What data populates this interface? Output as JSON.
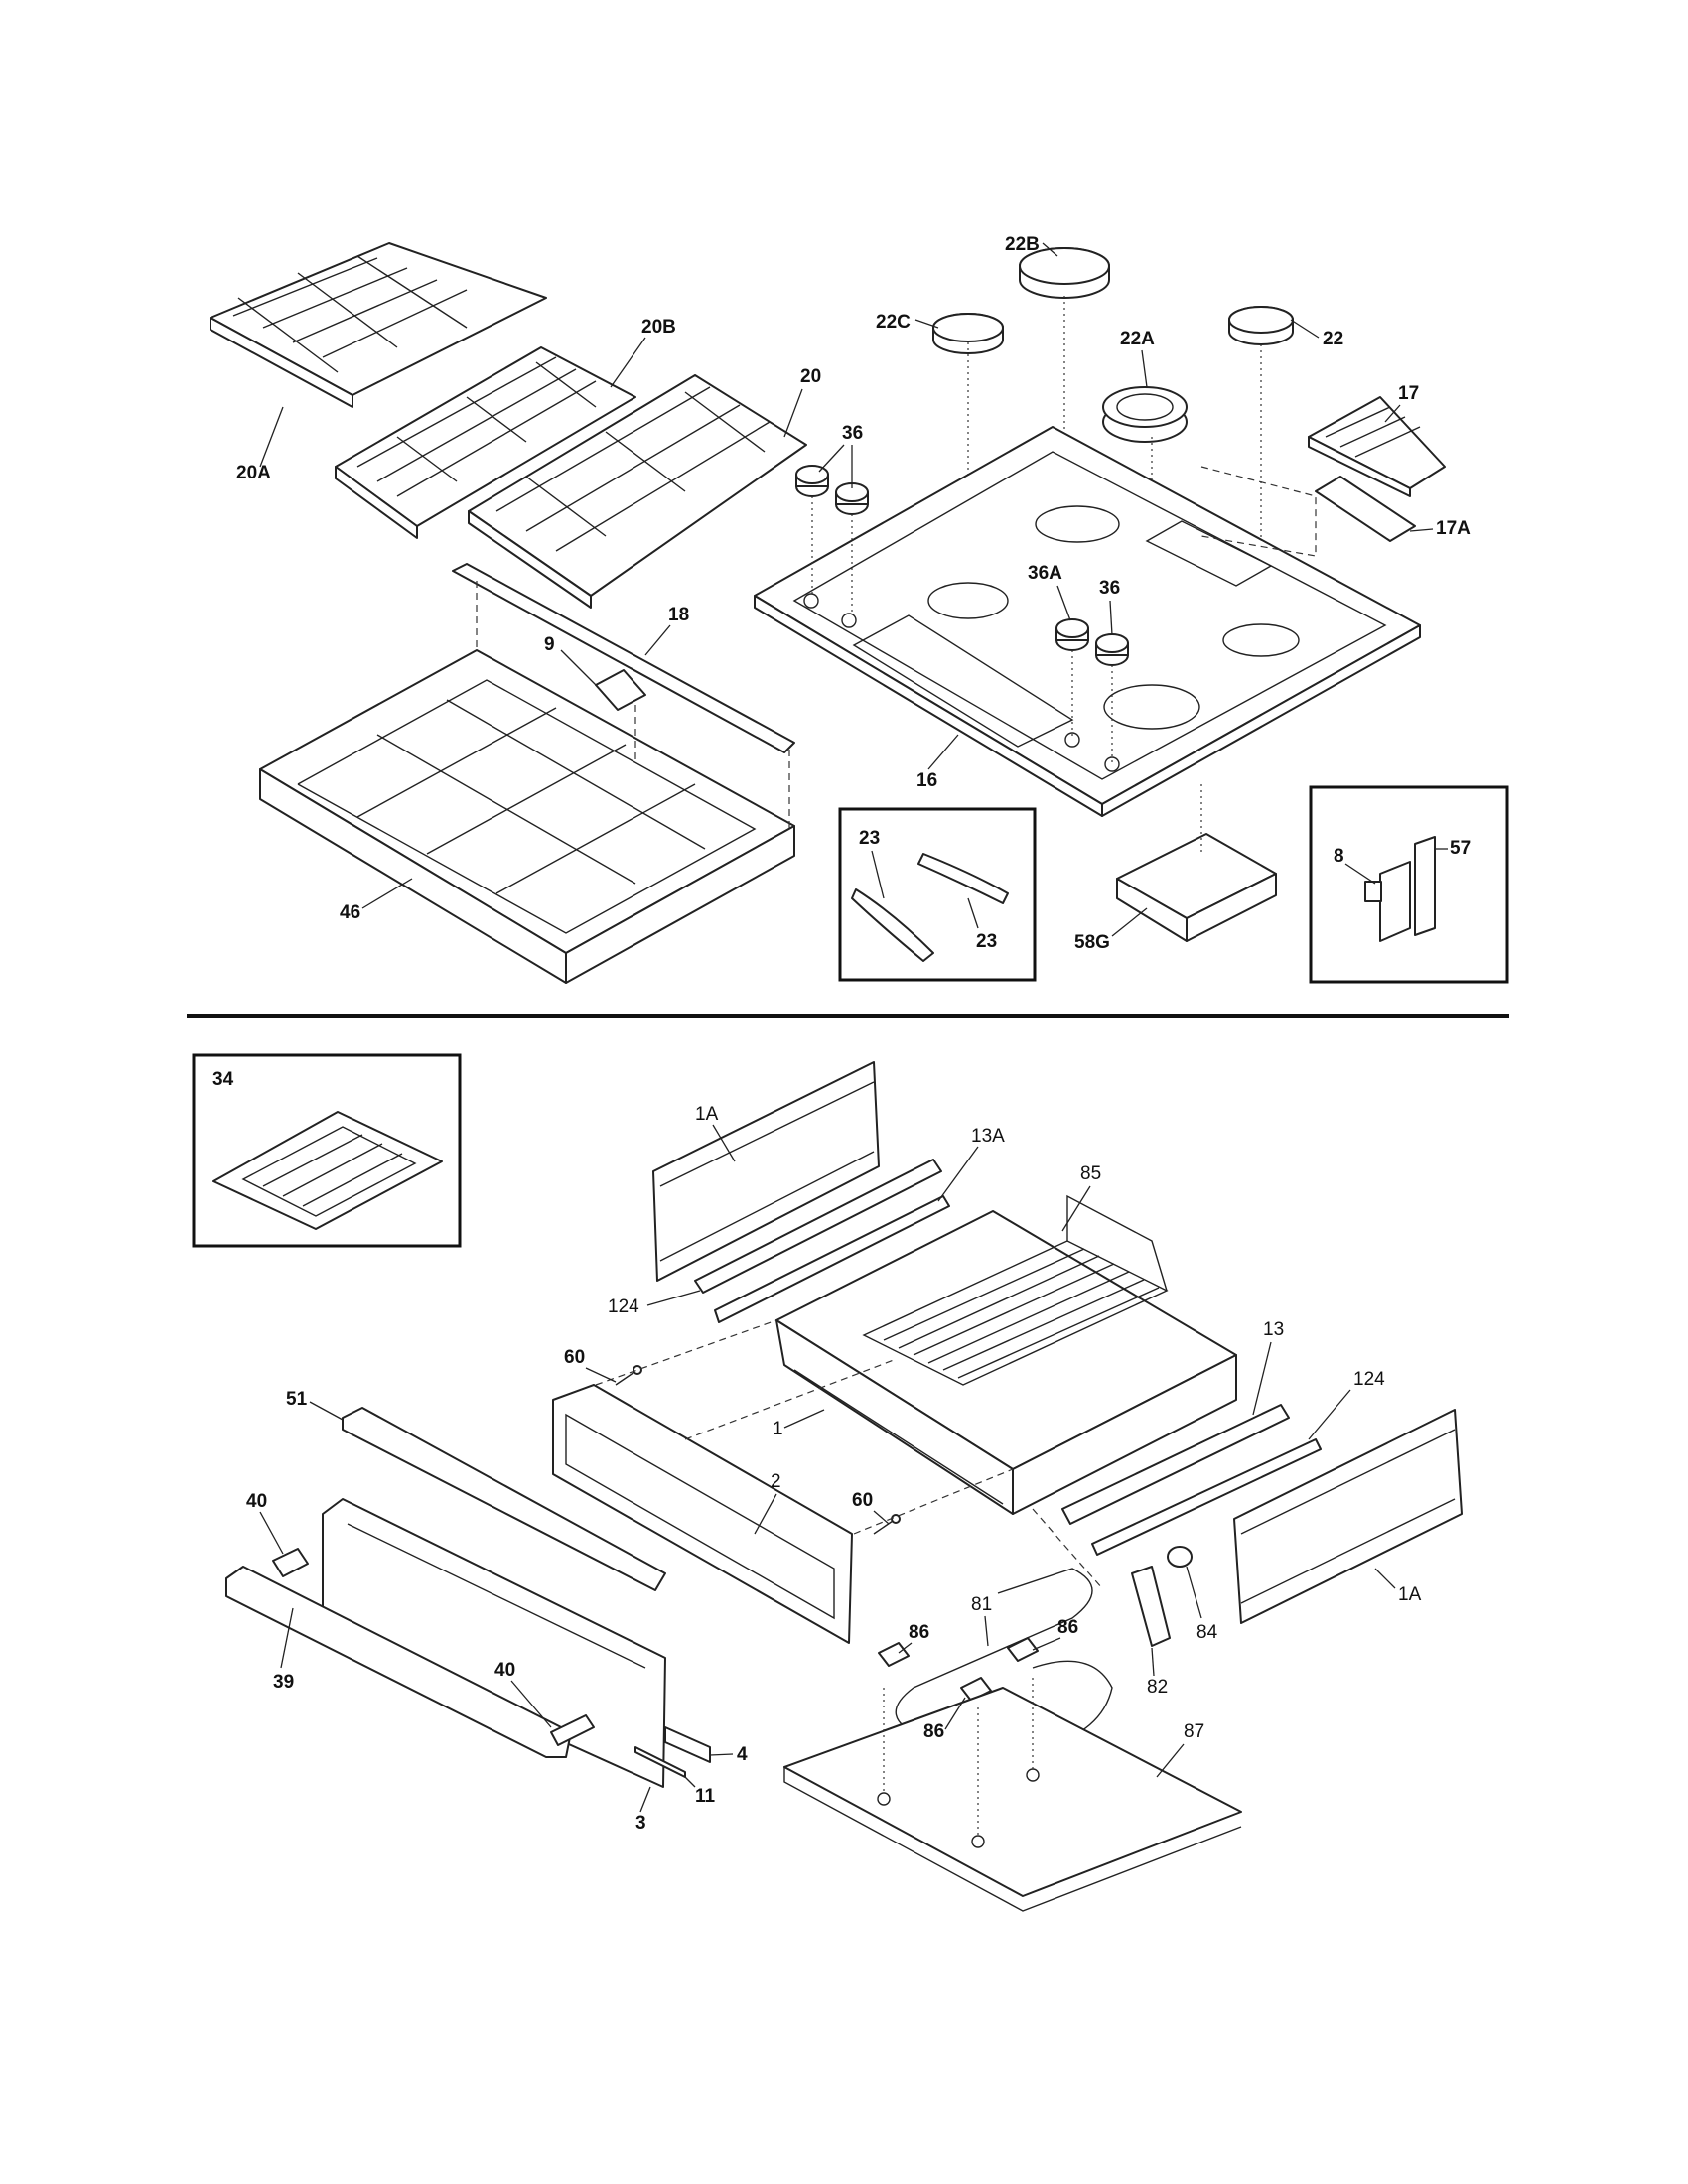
{
  "divider_color": "#111111",
  "callouts": [
    {
      "id": "c-22b",
      "text": "22B",
      "bold": true
    },
    {
      "id": "c-22c",
      "text": "22C",
      "bold": true
    },
    {
      "id": "c-22a",
      "text": "22A",
      "bold": true
    },
    {
      "id": "c-22",
      "text": "22",
      "bold": true
    },
    {
      "id": "c-20b",
      "text": "20B",
      "bold": true
    },
    {
      "id": "c-20",
      "text": "20",
      "bold": true
    },
    {
      "id": "c-20a",
      "text": "20A",
      "bold": true
    },
    {
      "id": "c-36-top",
      "text": "36",
      "bold": true
    },
    {
      "id": "c-36a",
      "text": "36A",
      "bold": true
    },
    {
      "id": "c-36-right",
      "text": "36",
      "bold": true
    },
    {
      "id": "c-17",
      "text": "17",
      "bold": true
    },
    {
      "id": "c-17a",
      "text": "17A",
      "bold": true
    },
    {
      "id": "c-18",
      "text": "18",
      "bold": true
    },
    {
      "id": "c-9",
      "text": "9",
      "bold": true
    },
    {
      "id": "c-16",
      "text": "16",
      "bold": true
    },
    {
      "id": "c-46",
      "text": "46",
      "bold": true
    },
    {
      "id": "c-23-top",
      "text": "23",
      "bold": true
    },
    {
      "id": "c-23-bottom",
      "text": "23",
      "bold": true
    },
    {
      "id": "c-58g",
      "text": "58G",
      "bold": true
    },
    {
      "id": "c-8",
      "text": "8",
      "bold": true
    },
    {
      "id": "c-57",
      "text": "57",
      "bold": true
    },
    {
      "id": "c-34",
      "text": "34",
      "bold": true
    },
    {
      "id": "c-1a-top",
      "text": "1A",
      "bold": false
    },
    {
      "id": "c-13a",
      "text": "13A",
      "bold": false
    },
    {
      "id": "c-85",
      "text": "85",
      "bold": false
    },
    {
      "id": "c-124-left",
      "text": "124",
      "bold": false
    },
    {
      "id": "c-60-top",
      "text": "60",
      "bold": true
    },
    {
      "id": "c-51",
      "text": "51",
      "bold": true
    },
    {
      "id": "c-1",
      "text": "1",
      "bold": false
    },
    {
      "id": "c-13",
      "text": "13",
      "bold": false
    },
    {
      "id": "c-124-right",
      "text": "124",
      "bold": false
    },
    {
      "id": "c-40-left",
      "text": "40",
      "bold": true
    },
    {
      "id": "c-2",
      "text": "2",
      "bold": false
    },
    {
      "id": "c-60-bottom",
      "text": "60",
      "bold": true
    },
    {
      "id": "c-81",
      "text": "81",
      "bold": false
    },
    {
      "id": "c-86-a",
      "text": "86",
      "bold": true
    },
    {
      "id": "c-86-b",
      "text": "86",
      "bold": true
    },
    {
      "id": "c-84",
      "text": "84",
      "bold": false
    },
    {
      "id": "c-1a-bottom",
      "text": "1A",
      "bold": false
    },
    {
      "id": "c-39",
      "text": "39",
      "bold": true
    },
    {
      "id": "c-40-right",
      "text": "40",
      "bold": true
    },
    {
      "id": "c-82",
      "text": "82",
      "bold": false
    },
    {
      "id": "c-86-c",
      "text": "86",
      "bold": true
    },
    {
      "id": "c-87",
      "text": "87",
      "bold": false
    },
    {
      "id": "c-4",
      "text": "4",
      "bold": true
    },
    {
      "id": "c-11",
      "text": "11",
      "bold": true
    },
    {
      "id": "c-3",
      "text": "3",
      "bold": true
    }
  ]
}
